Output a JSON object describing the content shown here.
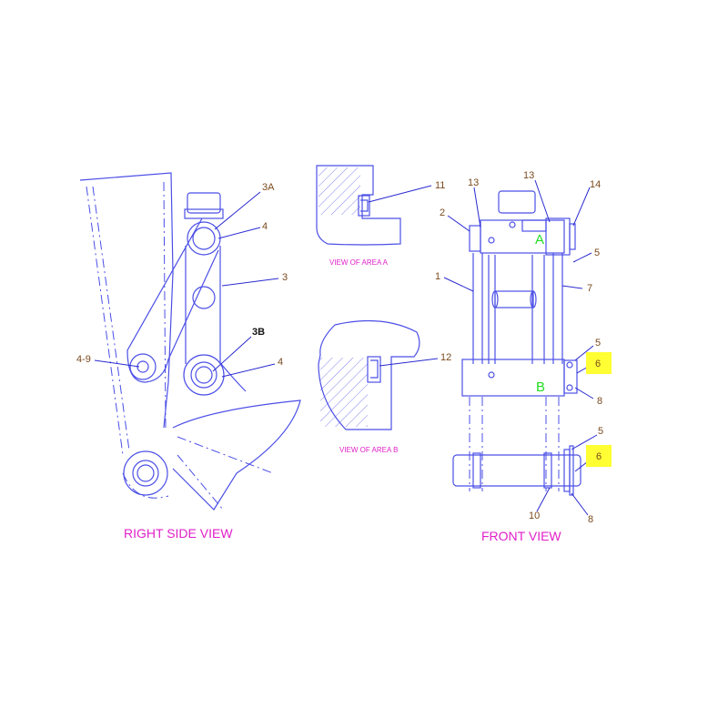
{
  "captions": {
    "right_side_view": "RIGHT SIDE VIEW",
    "front_view": "FRONT VIEW",
    "view_area_a": "VIEW OF AREA A",
    "view_area_b": "VIEW OF AREA B"
  },
  "area_marks": {
    "a": "A",
    "b": "B"
  },
  "callouts": {
    "c3a": "3A",
    "c4_top": "4",
    "c3": "3",
    "c4_9": "4-9",
    "c3b": "3B",
    "c4_bot": "4",
    "c11": "11",
    "c12": "12",
    "c13_left": "13",
    "c13_right": "13",
    "c14": "14",
    "c2": "2",
    "c5_top": "5",
    "c1": "1",
    "c7": "7",
    "c5_mid": "5",
    "c6_mid": "6",
    "c8_mid": "8",
    "c5_bot": "5",
    "c6_bot": "6",
    "c10": "10",
    "c8_bot": "8"
  },
  "colors": {
    "linework": "#4b4fe6",
    "caption": "#e020c8",
    "area_letter": "#22dd22",
    "callout_text": "#7a4a1e",
    "highlight": "#ffff33"
  }
}
